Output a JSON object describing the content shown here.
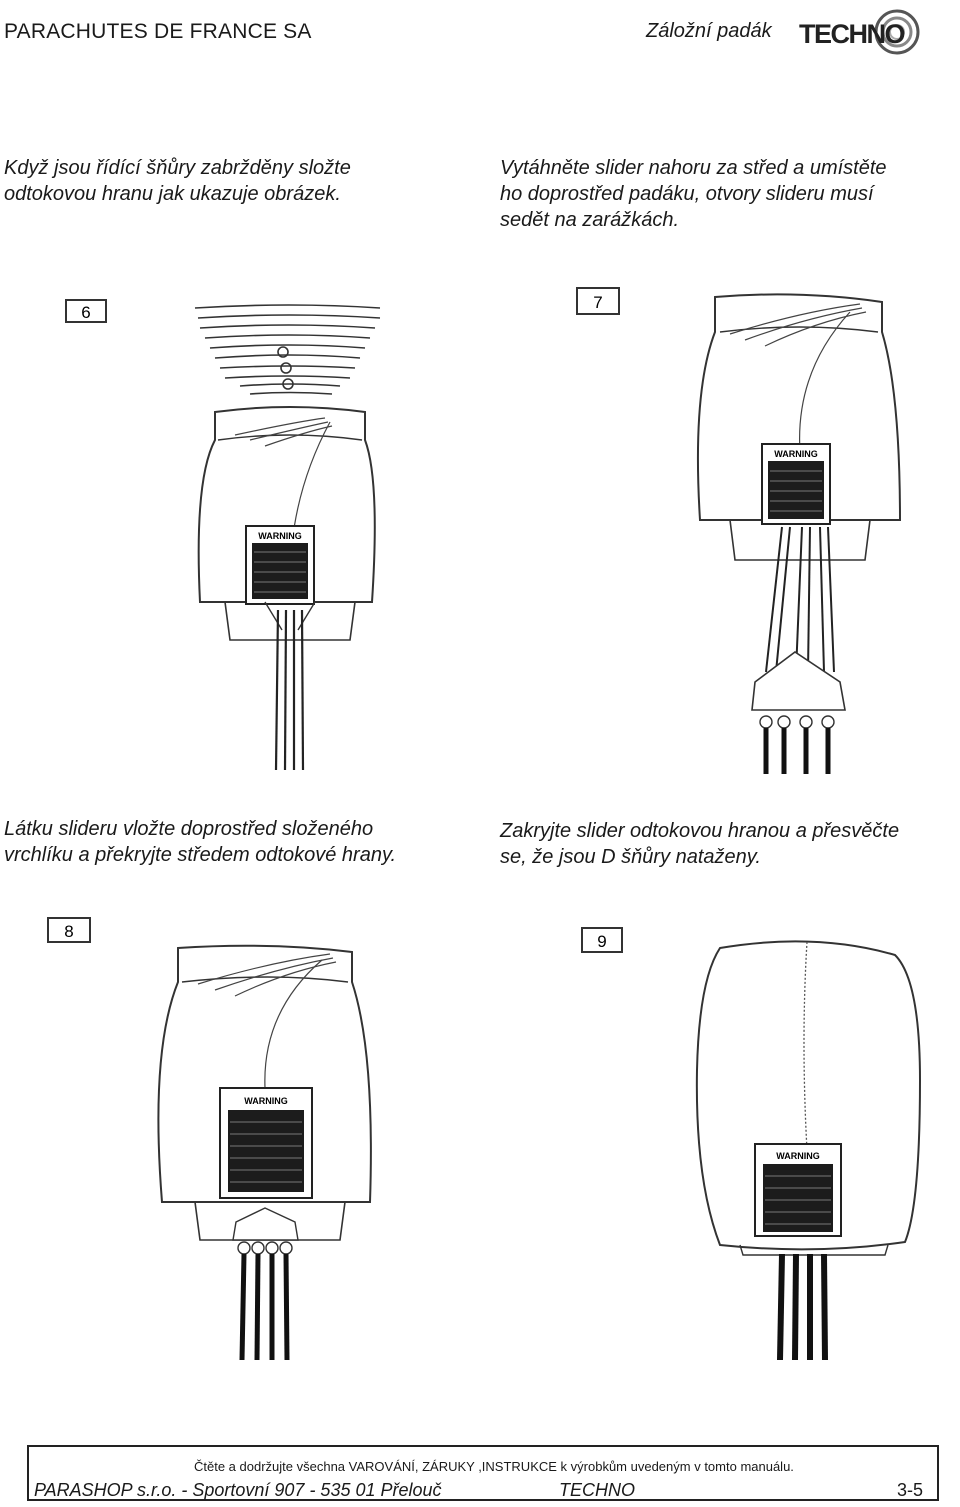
{
  "header": {
    "company": "PARACHUTES DE FRANCE SA",
    "product_label": "Záložní padák",
    "logo_text": "TECHNO"
  },
  "steps": [
    {
      "number": "6",
      "caption_lines": [
        "Když jsou řídící šňůry zabržděny složte",
        "odtokovou hranu jak ukazuje obrázek."
      ],
      "warning_label": "WARNING"
    },
    {
      "number": "7",
      "caption_lines": [
        "Vytáhněte slider nahoru za střed a umístěte",
        "ho doprostřed padáku, otvory slideru musí",
        "sedět na zarážkách."
      ],
      "warning_label": "WARNING"
    },
    {
      "number": "8",
      "caption_lines": [
        "Látku slideru vložte doprostřed složeného",
        "vrchlíku a překryjte středem odtokové hrany."
      ],
      "warning_label": "WARNING"
    },
    {
      "number": "9",
      "caption_lines": [
        "Zakryjte slider odtokovou hranou a přesvěčte",
        "se, že jsou D šňůry nataženy."
      ],
      "warning_label": "WARNING"
    }
  ],
  "footer": {
    "note": "Čtěte a dodržujte všechna VAROVÁNÍ, ZÁRUKY ,INSTRUKCE k výrobkům uvedeným v tomto manuálu.",
    "address": "PARASHOP s.r.o. - Sportovní 907 - 535 01 Přelouč",
    "product": "TECHNO",
    "page": "3-5"
  }
}
